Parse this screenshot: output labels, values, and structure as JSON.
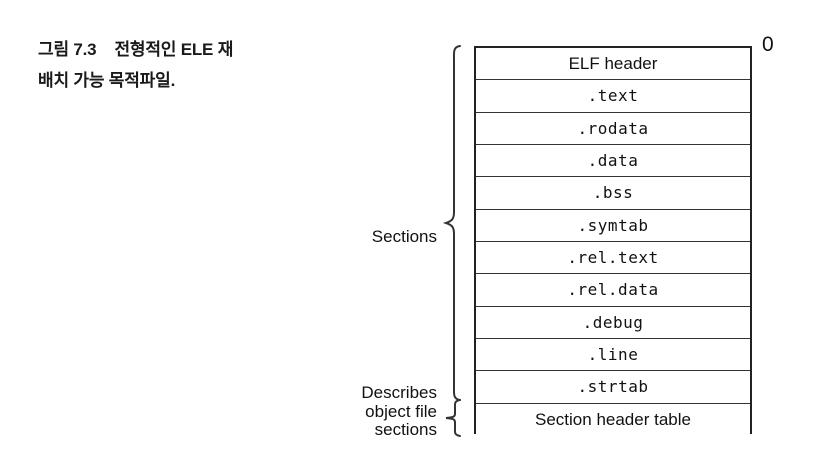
{
  "figure": {
    "caption": {
      "number": "그림 7.3",
      "line1_text": "전형적인 ELE 재",
      "line2": "배치 가능 목적파일."
    },
    "offset_marker": "0",
    "table": {
      "rows": [
        {
          "label": "ELF header",
          "style": "sans"
        },
        {
          "label": ".text",
          "style": "mono"
        },
        {
          "label": ".rodata",
          "style": "mono"
        },
        {
          "label": ".data",
          "style": "mono"
        },
        {
          "label": ".bss",
          "style": "mono"
        },
        {
          "label": ".symtab",
          "style": "mono"
        },
        {
          "label": ".rel.text",
          "style": "mono"
        },
        {
          "label": ".rel.data",
          "style": "mono"
        },
        {
          "label": ".debug",
          "style": "mono"
        },
        {
          "label": ".line",
          "style": "mono"
        },
        {
          "label": ".strtab",
          "style": "mono"
        },
        {
          "label": "Section header table",
          "style": "sans"
        }
      ]
    },
    "braces": {
      "sections_label": "Sections",
      "describes_label_line1": "Describes",
      "describes_label_line2": "object file",
      "describes_label_line3": "sections"
    },
    "colors": {
      "background": "#ffffff",
      "ink": "#111111",
      "border": "#222222",
      "row_divider": "#333333"
    }
  }
}
